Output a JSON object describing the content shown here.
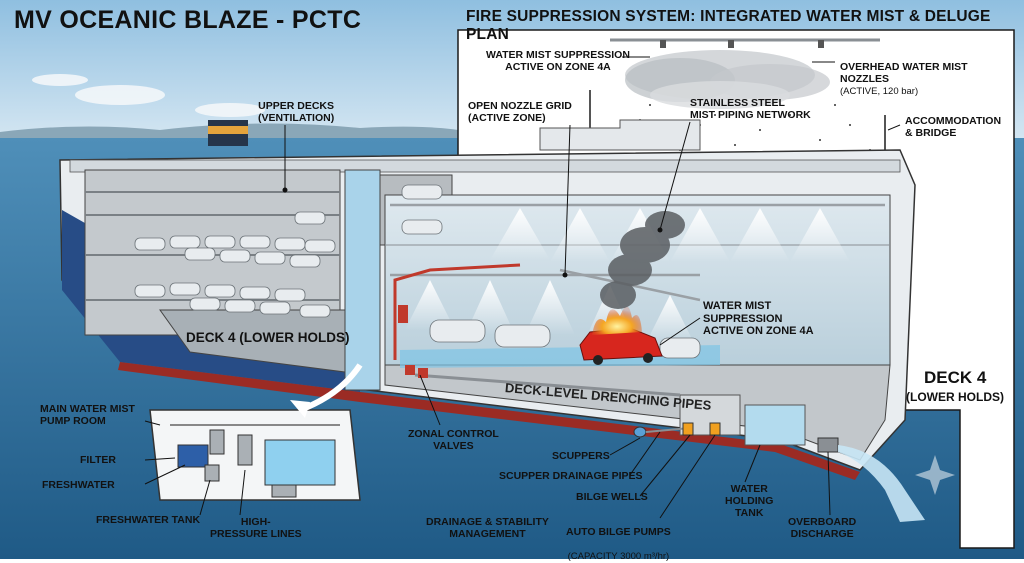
{
  "title": "MV OCEANIC BLAZE - PCTC",
  "panel_title": "FIRE SUPPRESSION SYSTEM: INTEGRATED WATER MIST & DELUGE PLAN",
  "labels": {
    "upper_decks": "UPPER DECKS\n(VENTILATION)",
    "mist_zone_top": "WATER MIST SUPPRESSION\nACTIVE ON ZONE 4A",
    "overhead_nozzles": "OVERHEAD WATER MIST\nNOZZLES",
    "overhead_nozzles_sub": "(ACTIVE, 120 bar)",
    "open_nozzle_grid": "OPEN NOZZLE GRID\n(ACTIVE ZONE)",
    "piping": "STAINLESS STEEL\nMIST PIPING NETWORK",
    "accommodation": "ACCOMMODATION\n& BRIDGE",
    "deck4_lower_holds": "DECK 4 (LOWER HOLDS)",
    "mist_zone_mid": "WATER MIST\nSUPPRESSION\nACTIVE ON ZONE 4A",
    "deck_level_drenching": "DECK-LEVEL DRENCHING PIPES",
    "deck4_big": "DECK 4",
    "deck4_big_sub": "(LOWER HOLDS)",
    "pump_room": "MAIN WATER MIST\nPUMP ROOM",
    "filter": "FILTER",
    "freshwater": "FRESHWATER",
    "freshwater_tank": "FRESHWATER TANK",
    "high_pressure": "HIGH-\nPRESSURE LINES",
    "zonal_valves": "ZONAL CONTROL\nVALVES",
    "scuppers": "SCUPPERS",
    "scupper_drainage": "SCUPPER DRAINAGE PIPES",
    "bilge_wells": "BILGE WELLS",
    "drainage_stability": "DRAINAGE & STABILITY\nMANAGEMENT",
    "auto_bilge": "AUTO BILGE PUMPS",
    "auto_bilge_sub": "(CAPACITY 3000 m³/hr)",
    "water_holding_tank": "WATER\nHOLDING\nTANK",
    "overboard": "OVERBOARD\nDISCHARGE"
  },
  "colors": {
    "sky": "#b9d6ea",
    "sea": "#2d6f9e",
    "hull_blue": "#274c86",
    "hull_white": "#e9edf0",
    "hull_red": "#9b2b24",
    "mist": "#ffffff",
    "pipe_red": "#c0392b",
    "fire": "#f39c12",
    "car_red": "#d7261e"
  }
}
